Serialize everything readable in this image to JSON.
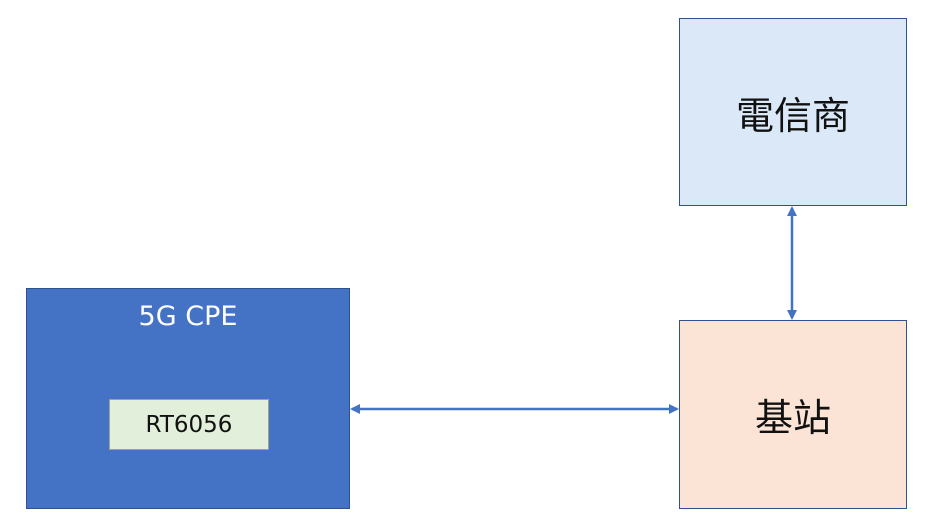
{
  "diagram": {
    "cpe": {
      "title": "5G CPE",
      "chip_label": "RT6056"
    },
    "carrier": {
      "label": "電信商"
    },
    "base_station": {
      "label": "基站"
    },
    "connections": [
      {
        "from": "cpe",
        "to": "base_station",
        "direction": "bidirectional"
      },
      {
        "from": "base_station",
        "to": "carrier",
        "direction": "bidirectional"
      }
    ],
    "colors": {
      "cpe_fill": "#4472c4",
      "chip_fill": "#e2efda",
      "carrier_fill": "#dae8f7",
      "station_fill": "#fbe4d6",
      "arrow": "#4472c4"
    }
  }
}
